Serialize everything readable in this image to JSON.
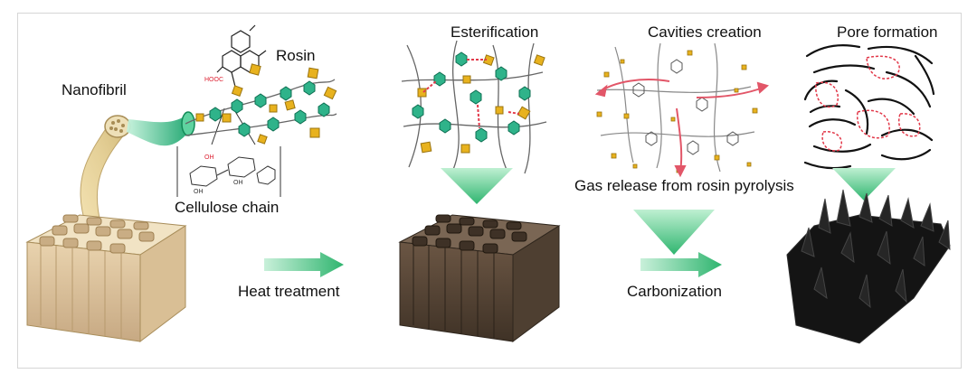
{
  "labels": {
    "nanofibril": "Nanofibril",
    "rosin": "Rosin",
    "cellulose_chain": "Cellulose chain",
    "esterification": "Esterification",
    "cavities_creation": "Cavities creation",
    "pore_formation": "Pore formation",
    "gas_release": "Gas release from rosin pyrolysis",
    "heat_treatment": "Heat treatment",
    "carbonization": "Carbonization"
  },
  "colors": {
    "arrow_green": "#3cbf7a",
    "hexagon_teal": "#2fb38a",
    "rosin_square": "#e8b21e",
    "bond_red": "#e2394a",
    "wood_light": "#ead7b3",
    "wood_dark": "#5c4a3a",
    "carbon_black": "#141414"
  }
}
